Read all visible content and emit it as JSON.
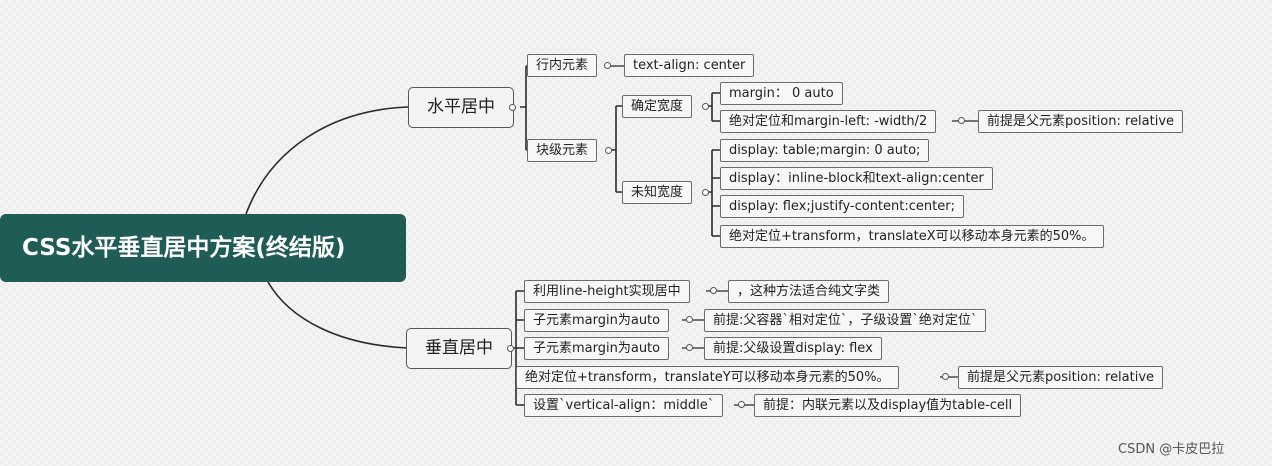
{
  "root": "CSS水平垂直居中方案(终结版)",
  "horizontal": {
    "label": "水平居中",
    "inline": {
      "label": "行内元素",
      "detail": "text-align: center"
    },
    "block": {
      "label": "块级元素",
      "known": {
        "label": "确定宽度",
        "item1": "margin：  0 auto",
        "item2": "绝对定位和margin-left: -width/2",
        "item2_note": "前提是父元素position: relative"
      },
      "unknown": {
        "label": "未知宽度",
        "item1": "display: table;margin: 0 auto;",
        "item2": "display：inline-block和text-align:center",
        "item3": "display: flex;justify-content:center;",
        "item4": "绝对定位+transform，translateX可以移动本身元素的50%。"
      }
    }
  },
  "vertical": {
    "label": "垂直居中",
    "items": [
      {
        "label": "利用line-height实现居中",
        "note": "，这种方法适合纯文字类"
      },
      {
        "label": "子元素margin为auto",
        "note": "前提:父容器`相对定位`，子级设置`绝对定位`"
      },
      {
        "label": "子元素margin为auto",
        "note": "前提:父级设置display: flex"
      },
      {
        "label": "绝对定位+transform，translateY可以移动本身元素的50%。",
        "note": "前提是父元素position: relative"
      },
      {
        "label": "设置`vertical-align：middle`",
        "note": "前提：内联元素以及display值为table-cell"
      }
    ]
  },
  "watermark": "CSDN @卡皮巴拉"
}
